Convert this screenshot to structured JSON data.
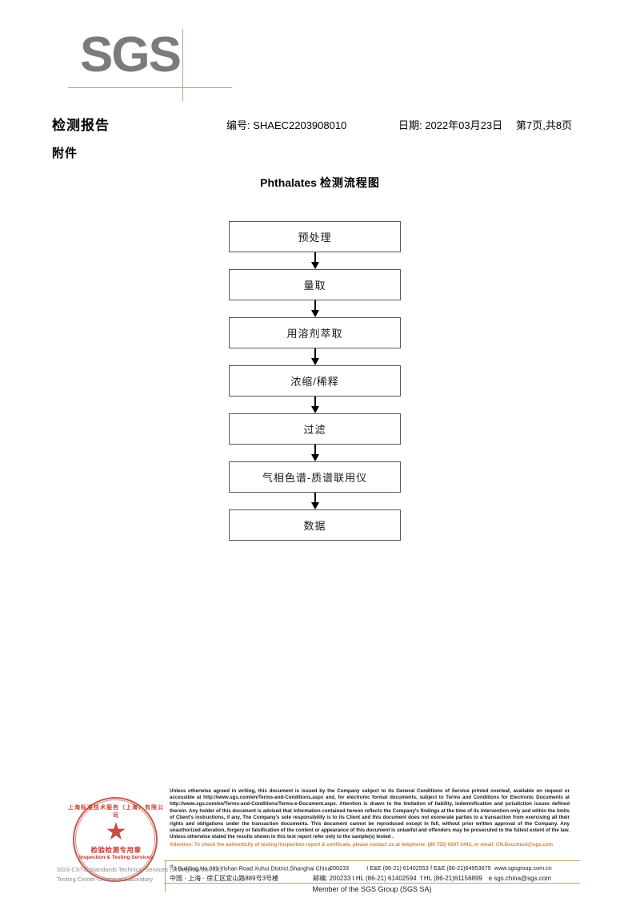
{
  "logo": {
    "text": "SGS",
    "color": "#7b7b7b",
    "rule_color": "#c2a07e"
  },
  "header": {
    "title": "检测报告",
    "subtitle": "附件",
    "report_no": "编号: SHAEC2203908010",
    "date": "日期: 2022年03月23日",
    "page": "第7页,共8页"
  },
  "flowchart": {
    "title_en": "Phthalates",
    "title_zh": "检测流程图",
    "nodes": [
      {
        "label": "预处理"
      },
      {
        "label": "量取"
      },
      {
        "label": "用溶剂萃取"
      },
      {
        "label": "浓缩/稀释"
      },
      {
        "label": "过滤"
      },
      {
        "label": "气相色谱-质谱联用仪"
      },
      {
        "label": "数据"
      }
    ]
  },
  "seal": {
    "arc_text": "上海标准技术服务（上海）有限公司",
    "cn_text": "检验检测专用章",
    "en_text": "Inspection & Testing Services",
    "star": "★",
    "overlay_line_1": "SGS-CSTC Standards Technical Services (Shanghai) Co., Ltd.",
    "overlay_line_2": "Testing Center-Chemical Laboratory",
    "color": "#c0392b"
  },
  "footer": {
    "legal_text": "Unless otherwise agreed in writing, this document is issued by the Company subject to its General Conditions of Service printed overleaf, available on request or accessible at http://www.sgs.com/en/Terms-and-Conditions.aspx and, for electronic format documents, subject to Terms and Conditions for Electronic Documents at http://www.sgs.com/en/Terms-and-Conditions/Terms-e-Document.aspx. Attention is drawn to the limitation of liability, indemnification and jurisdiction issues defined therein. Any holder of this document is advised that information contained hereon reflects the Company's findings at the time of its intervention only and within the limits of Client's instructions, if any. The Company's sole responsibility is to its Client and this document does not exonerate parties to a transaction from exercising all their rights and obligations under the transaction documents. This document cannot be reproduced except in full, without prior written approval of the Company. Any unauthorized alteration, forgery or falsification of the content or appearance of this document is unlawful and offenders may be prosecuted to the fullest extent of the law. Unless otherwise stated the results shown in this test report refer only to the sample(s) tested .",
    "attention_text": "Attention: To check the authenticity of testing /inspection report & certificate, please contact us at telephone: (86-755) 8307 1443, or email: CN.Doccheck@sgs.com",
    "attention_color": "#d4803a",
    "address_en": "3 Building,No.889 Yishan Road Xuhui District,Shanghai China",
    "address_en_sup": "rd",
    "postcode_en": "200233",
    "address_zh": "中国 · 上海 · 徐汇区宜山路889号3号楼",
    "postcode_zh": "邮编: 200233",
    "tel_ee": "t E&E (86-21) 61402553",
    "fax_ee": "f E&E (86-21)64953679",
    "website": "www.sgsgroup.com.cn",
    "tel_hl": "t HL (86-21) 61402594",
    "fax_hl": "f HL (86-21)61156899",
    "email": "e  sgs.china@sgs.com",
    "member_line": "Member of the SGS Group (SGS SA)"
  }
}
